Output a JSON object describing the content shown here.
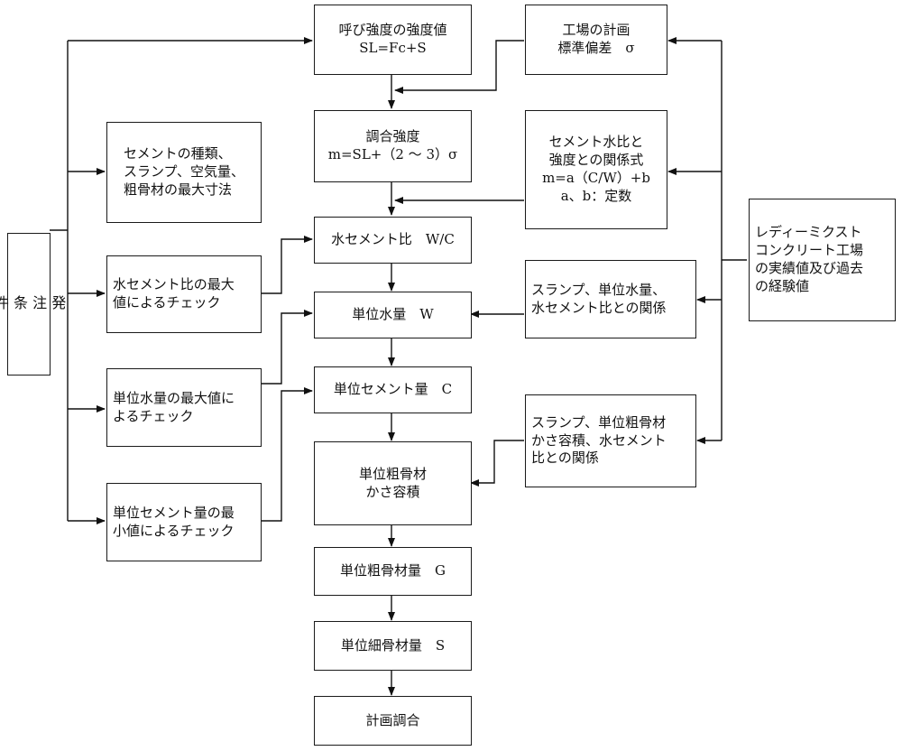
{
  "nodes": {
    "order_conditions": "発\n注\n条\n件",
    "nominal_strength": "呼び強度の強度値\nSL=Fc+S",
    "plant_std_dev": "工場の計画\n標準偏差　σ",
    "cement_type": "セメントの種類、\nスランプ、空気量、\n粗骨材の最大寸法",
    "mix_strength": "調合強度\nm=SL+（2 〜 3）σ",
    "cwr_relation": "セメント水比と\n強度との関係式\nm=a（C/W）+b\na、b：定数",
    "water_cement_ratio": "水セメント比　W/C",
    "wc_max_check": "水セメント比の最大\n値によるチェック",
    "ready_mix_record": "レディーミクスト\nコンクリート工場\nの実績値及び過去\nの経験値",
    "unit_water": "単位水量　W",
    "slump_water_relation": "スランプ、単位水量、\n水セメント比との関係",
    "water_max_check": "単位水量の最大値に\nよるチェック",
    "unit_cement": "単位セメント量　C",
    "slump_coarse_relation": "スランプ、単位粗骨材\nかさ容積、水セメント\n比との関係",
    "coarse_bulk_volume": "単位粗骨材\nかさ容積",
    "cement_min_check": "単位セメント量の最\n小値によるチェック",
    "unit_coarse": "単位粗骨材量　G",
    "unit_fine": "単位細骨材量　S",
    "planned_mix": "計画調合"
  }
}
